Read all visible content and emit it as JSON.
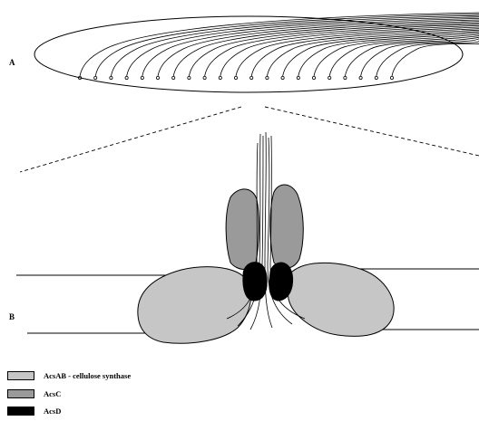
{
  "panels": {
    "a_label": "A",
    "b_label": "B"
  },
  "legend": [
    {
      "label": "AcsAB - cellulose synthase",
      "color": "#c6c6c6"
    },
    {
      "label": "AcsC",
      "color": "#9a9a9a"
    },
    {
      "label": "AcsD",
      "color": "#000000"
    }
  ]
}
